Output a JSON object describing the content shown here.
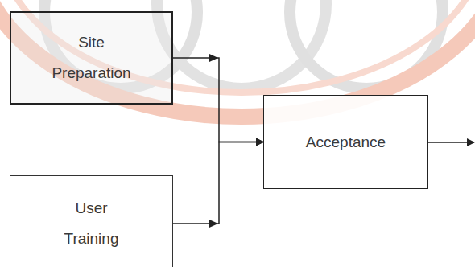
{
  "diagram": {
    "nodes": [
      {
        "text": [
          "Site Preparation"
        ]
      },
      {
        "text": [
          "User Training"
        ]
      },
      {
        "text": [
          "Acceptance"
        ]
      }
    ],
    "edges": [
      {
        "from": 0,
        "to": 2,
        "arrow": "to"
      },
      {
        "from": 1,
        "to": 2,
        "arrow": "to"
      }
    ]
  }
}
